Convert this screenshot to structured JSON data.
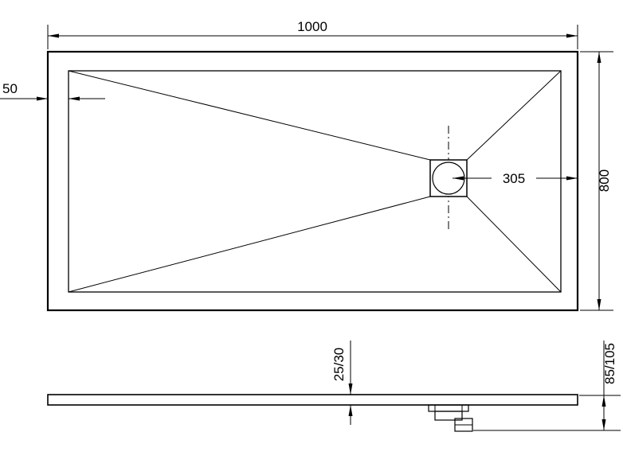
{
  "drawing": {
    "type": "shower-tray-technical-drawing",
    "views": {
      "top_view": "plan view with drain and slope lines",
      "side_view": "profile with waste trap"
    },
    "dims": {
      "width": "1000",
      "edge_offset": "50",
      "height": "800",
      "drain_to_edge": "305",
      "tray_thickness": "25/30",
      "total_height": "85/105"
    },
    "colors": {
      "line": "#000000",
      "background": "#ffffff"
    }
  }
}
